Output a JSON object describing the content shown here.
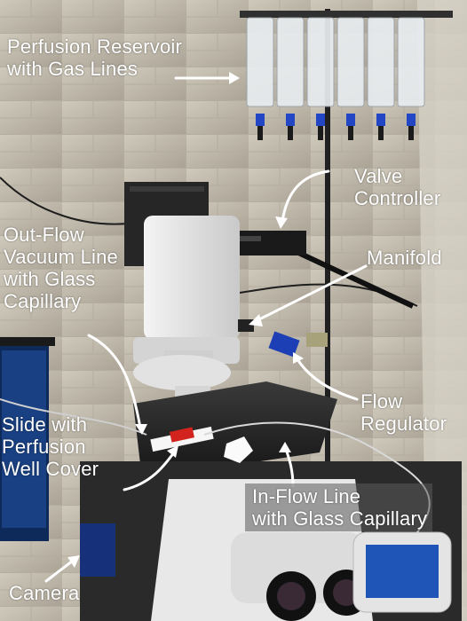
{
  "labels": {
    "perfusion_reservoir": "Perfusion Reservoir\nwith Gas Lines",
    "valve_controller": "Valve\nController",
    "out_flow": "Out-Flow\nVacuum Line\nwith Glass\nCapillary",
    "manifold": "Manifold",
    "flow_regulator": "Flow\nRegulator",
    "slide": "Slide with\nPerfusion\nWell Cover",
    "in_flow": "In-Flow Line\nwith Glass Capillary",
    "camera": "Camera"
  },
  "colors": {
    "label_text": "#ffffff",
    "arrow": "#ffffff",
    "wall": "#c9c2b3",
    "microscope": "#ececec",
    "stand": "#2a2a2a",
    "clamp_blue": "#1c3fb5",
    "well_red": "#d2231f"
  }
}
